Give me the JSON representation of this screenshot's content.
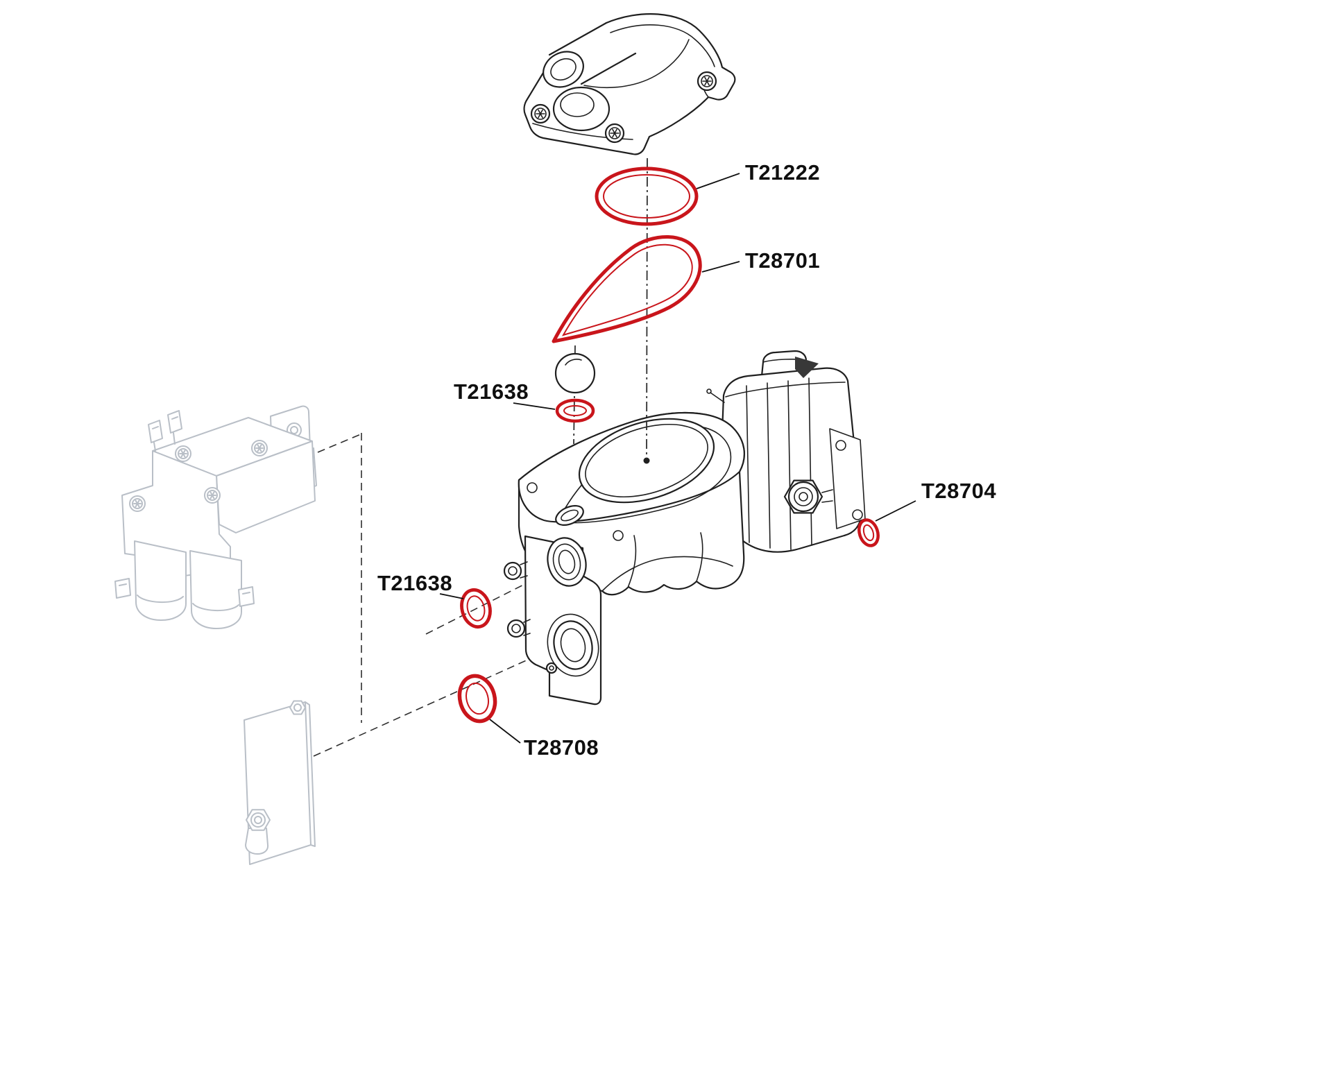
{
  "colors": {
    "background": "#ffffff",
    "line": "#1f1f1f",
    "faded": "#b9bfc7",
    "highlight_red": "#c9151b",
    "label_text": "#0f0f0f",
    "dash": "#2e2e2e",
    "dark_detail": "#383838"
  },
  "labels": {
    "t21222": {
      "text": "T21222"
    },
    "t28701": {
      "text": "T28701"
    },
    "t21638_top": {
      "text": "T21638"
    },
    "t28704": {
      "text": "T28704"
    },
    "t21638_side": {
      "text": "T21638"
    },
    "t28708": {
      "text": "T28708"
    }
  }
}
